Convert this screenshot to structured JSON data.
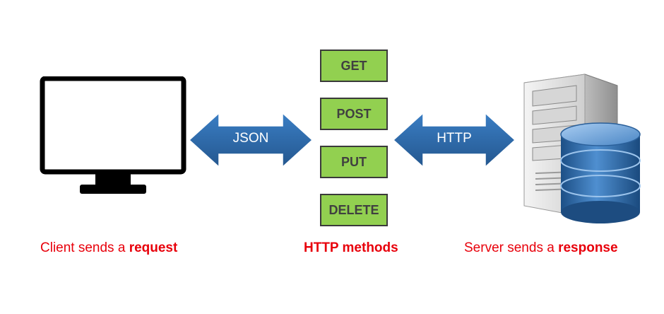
{
  "client": {
    "caption_prefix": "Client sends a ",
    "caption_bold": "request"
  },
  "arrows": {
    "left_label": "JSON",
    "right_label": "HTTP",
    "color": "#2e6aad"
  },
  "methods": {
    "items": [
      "GET",
      "POST",
      "PUT",
      "DELETE"
    ],
    "caption": "HTTP methods",
    "box_color": "#92d050"
  },
  "server": {
    "caption_prefix": "Server sends a ",
    "caption_bold": "response"
  },
  "caption_color": "#e8000b"
}
